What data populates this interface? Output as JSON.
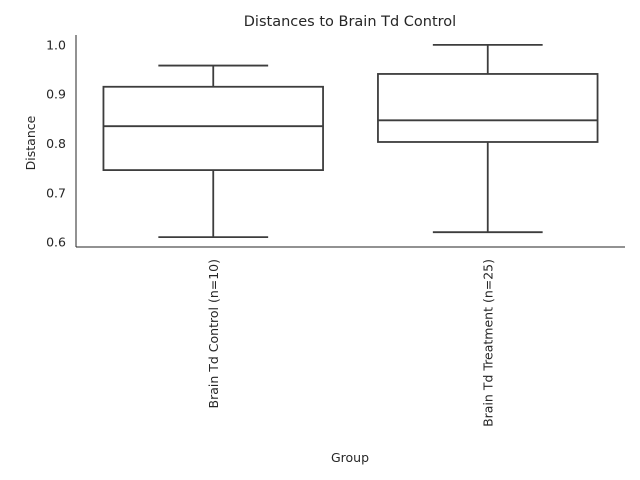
{
  "chart_data": {
    "type": "box",
    "title": "Distances to Brain Td Control",
    "xlabel": "Group",
    "ylabel": "Distance",
    "ylim": [
      0.59,
      1.02
    ],
    "yticks": [
      "0.6",
      "0.7",
      "0.8",
      "0.9",
      "1.0"
    ],
    "grid": false,
    "categories": [
      "Brain Td Control (n=10)",
      "Brain Td Treatment (n=25)"
    ],
    "boxes": [
      {
        "whisker_low": 0.61,
        "q1": 0.746,
        "median": 0.835,
        "q3": 0.915,
        "whisker_high": 0.958
      },
      {
        "whisker_low": 0.62,
        "q1": 0.803,
        "median": 0.847,
        "q3": 0.941,
        "whisker_high": 1.0
      }
    ],
    "box_color": "#ffffff",
    "line_color": "#3d3d3d",
    "axis_color": "#262626"
  }
}
